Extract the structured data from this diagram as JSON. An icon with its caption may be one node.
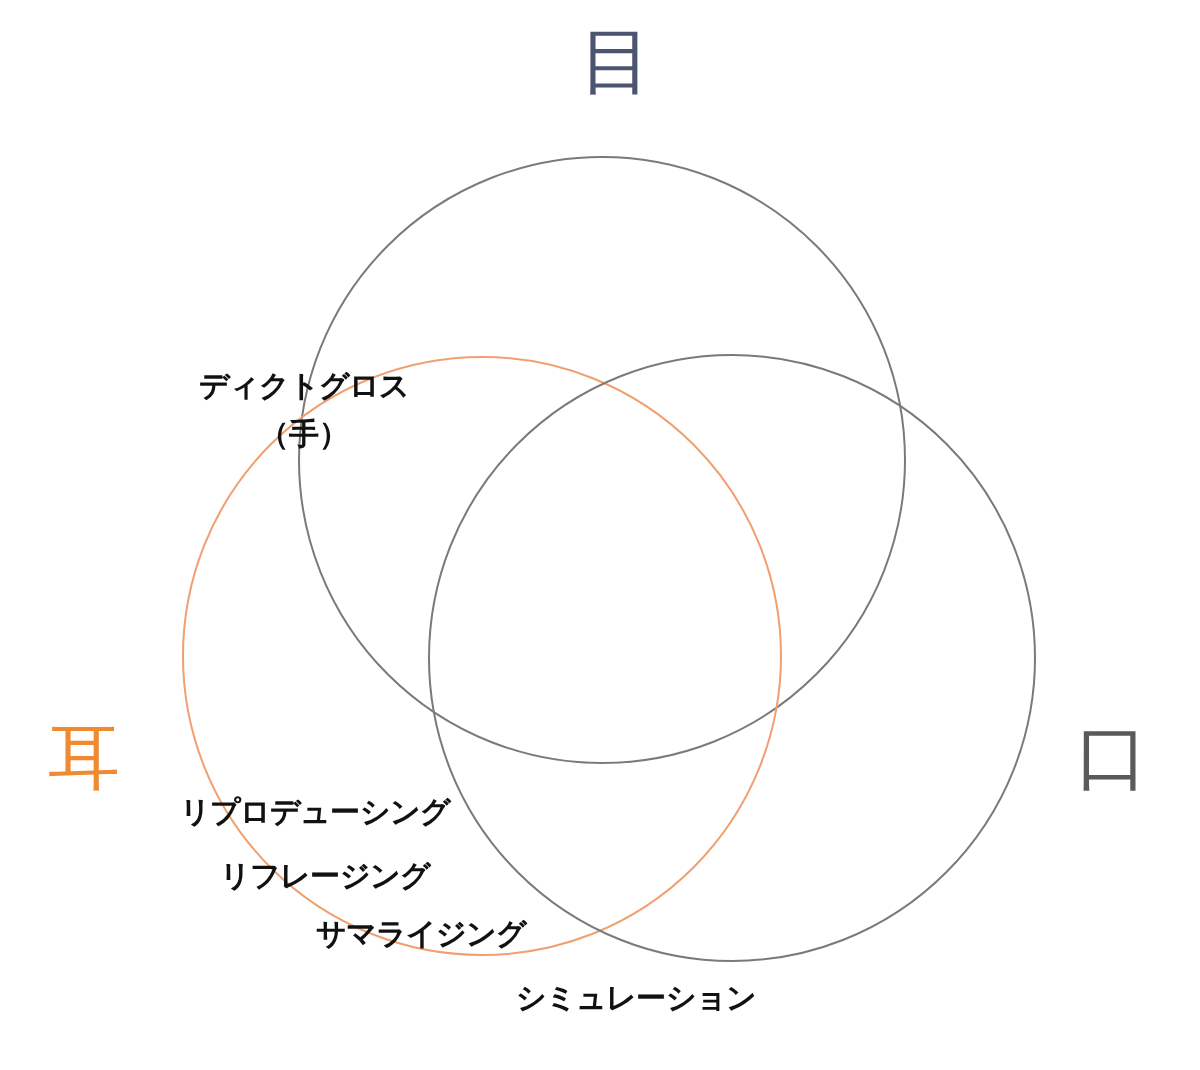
{
  "diagram": {
    "nodes": [
      {
        "text": [
          "目"
        ]
      },
      {
        "text": [
          "耳"
        ]
      },
      {
        "text": [
          "口"
        ]
      }
    ],
    "labels": [
      "ディクトグロス（手）",
      "リプロデューシング",
      "リフレージング",
      "サマライジング",
      "シミュレーション"
    ]
  }
}
